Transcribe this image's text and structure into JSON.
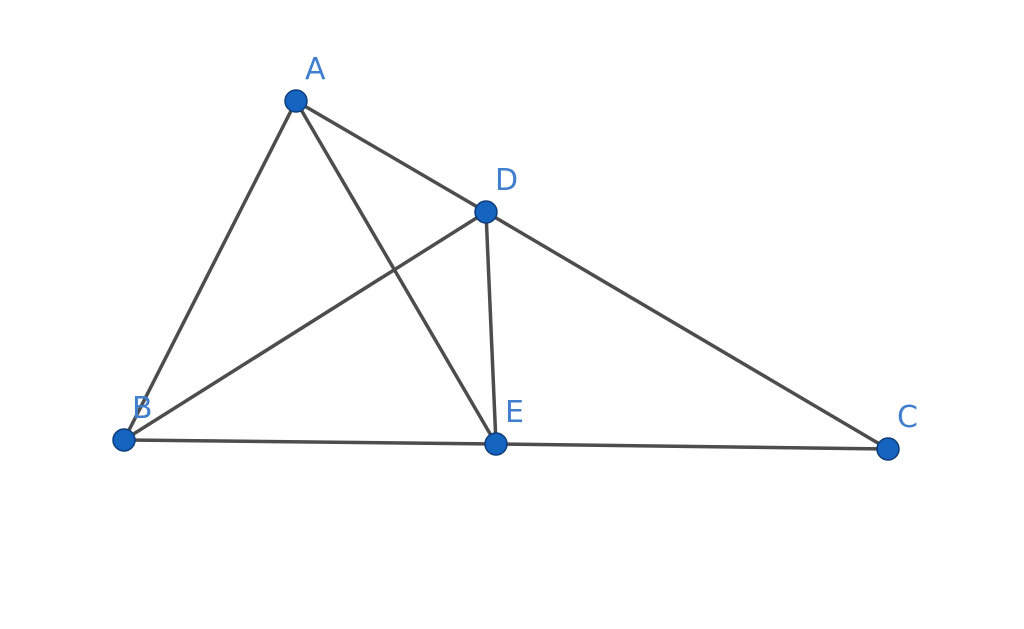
{
  "colors": {
    "segment": "#4d4d4d",
    "point_fill": "#1565c0",
    "point_stroke": "#0d3c7a",
    "label": "#3f7fce"
  },
  "points": {
    "A": {
      "label": "A"
    },
    "B": {
      "label": "B"
    },
    "C": {
      "label": "C"
    },
    "D": {
      "label": "D"
    },
    "E": {
      "label": "E"
    }
  },
  "segments": [
    [
      "A",
      "B"
    ],
    [
      "A",
      "D"
    ],
    [
      "D",
      "C"
    ],
    [
      "B",
      "E"
    ],
    [
      "E",
      "C"
    ],
    [
      "A",
      "E"
    ],
    [
      "B",
      "D"
    ],
    [
      "D",
      "E"
    ]
  ]
}
